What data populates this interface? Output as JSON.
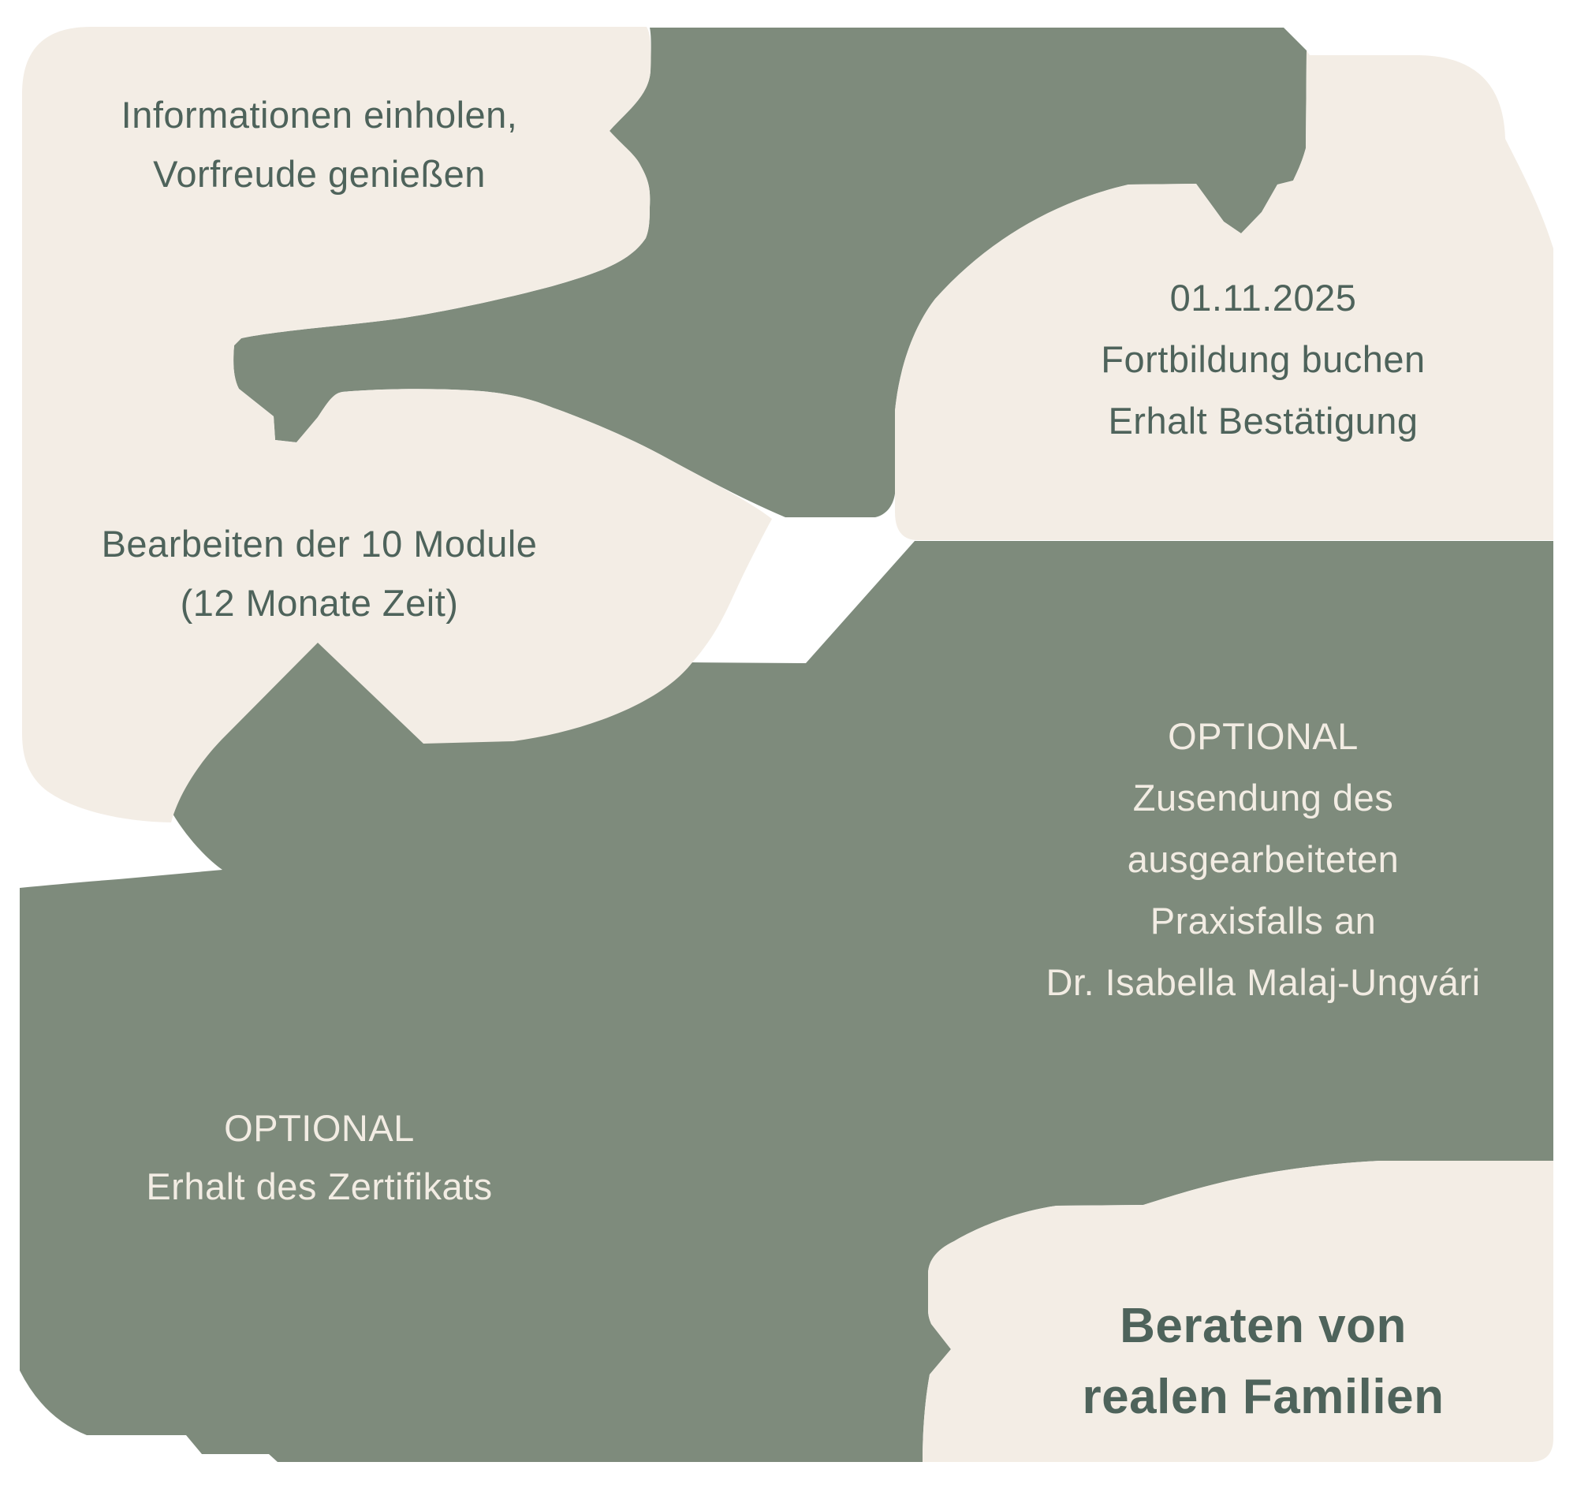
{
  "colors": {
    "background": "#ffffff",
    "cream": "#f3ede5",
    "green": "#7e8b7c",
    "text_dark": "#4e635b",
    "text_light": "#f2ece3"
  },
  "shapes": [
    {
      "name": "blob-cream-top-left",
      "color_role": "cream"
    },
    {
      "name": "blob-green-top-center",
      "color_role": "green"
    },
    {
      "name": "blob-cream-top-right",
      "color_role": "cream"
    },
    {
      "name": "blob-green-bottom",
      "color_role": "green"
    },
    {
      "name": "blob-cream-bottom-right",
      "color_role": "cream"
    }
  ],
  "steps": [
    {
      "id": "step-1",
      "lines": [
        "Informationen einholen,",
        "Vorfreude genießen"
      ]
    },
    {
      "id": "step-2",
      "lines": [
        "01.11.2025",
        "Fortbildung buchen",
        "Erhalt Bestätigung"
      ]
    },
    {
      "id": "step-3",
      "lines": [
        "Bearbeiten der 10 Module",
        "(12 Monate Zeit)"
      ]
    },
    {
      "id": "step-4",
      "lines": [
        "OPTIONAL",
        "Zusendung des",
        "ausgearbeiteten",
        "Praxisfalls an",
        "Dr. Isabella Malaj-Ungvári"
      ]
    },
    {
      "id": "step-5",
      "lines": [
        "OPTIONAL",
        "Erhalt des Zertifikats"
      ]
    },
    {
      "id": "step-6",
      "lines": [
        "Beraten von",
        "realen Familien"
      ]
    }
  ]
}
